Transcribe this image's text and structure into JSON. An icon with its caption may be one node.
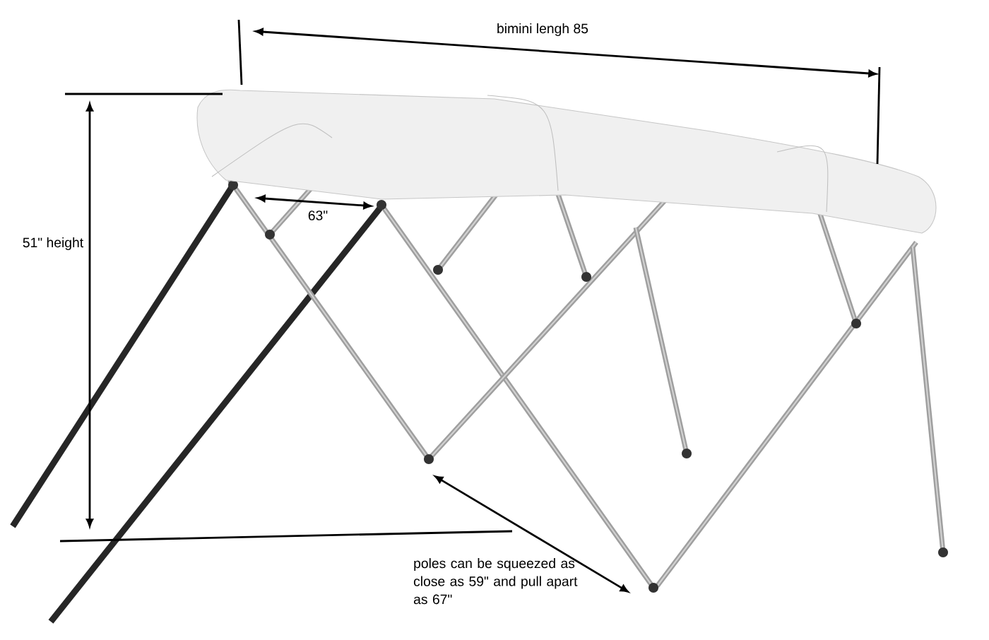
{
  "diagram": {
    "labels": [
      "bimini lengh 85",
      "51\" height",
      "63\"",
      "poles can be squeezed as close as 59\" and pull apart as 67\""
    ]
  }
}
